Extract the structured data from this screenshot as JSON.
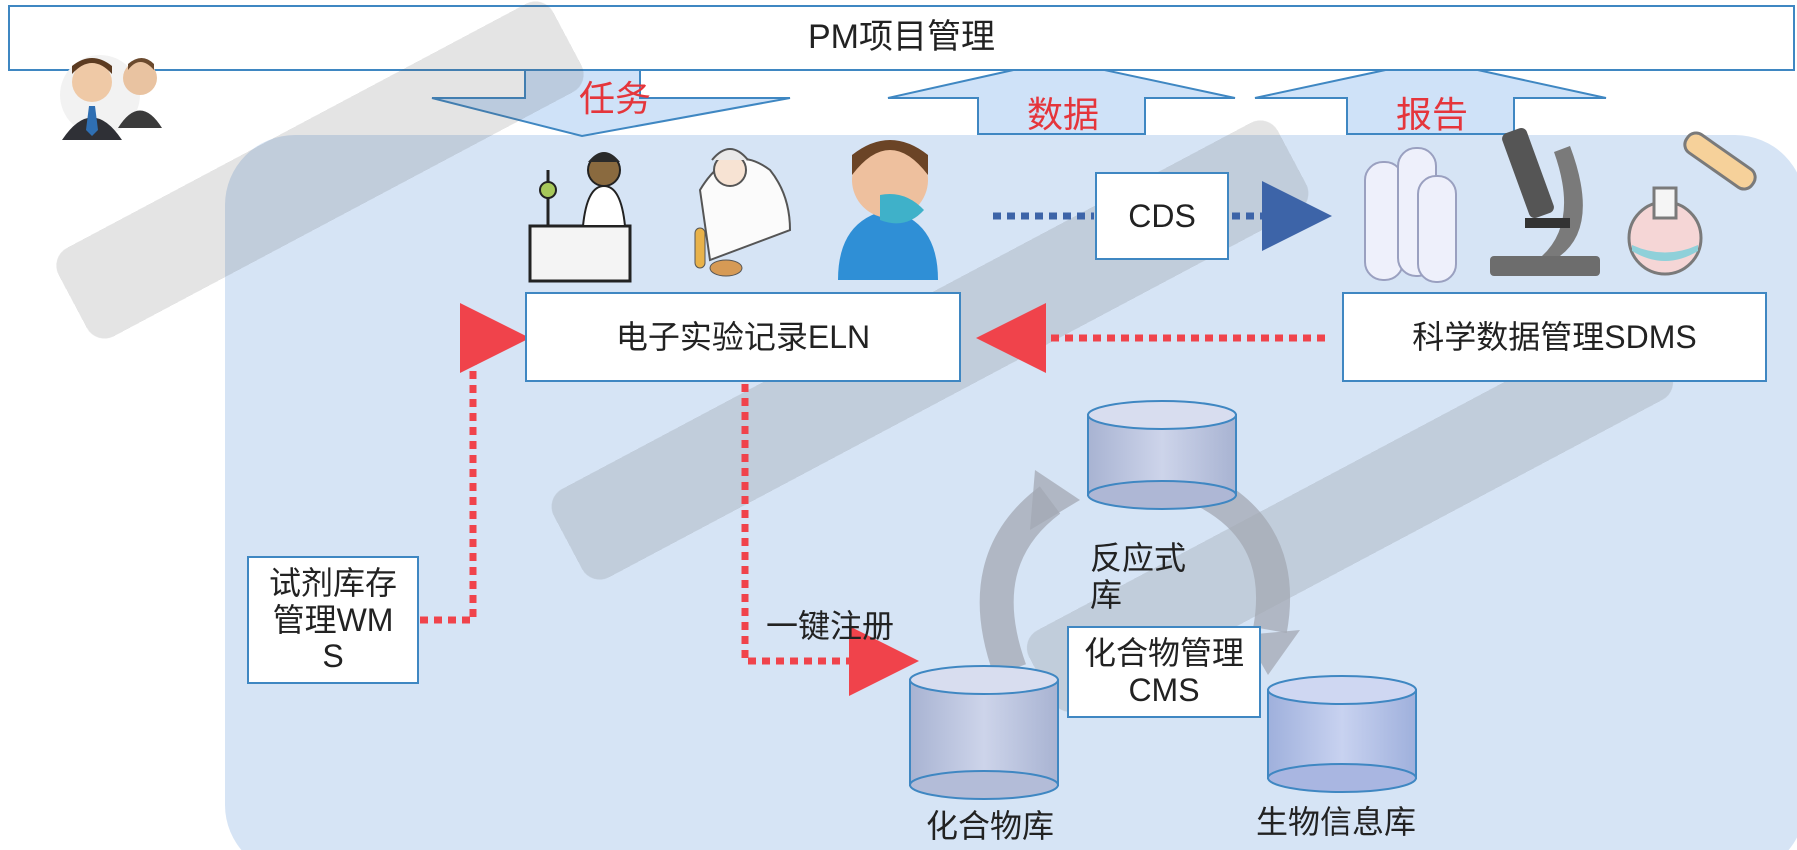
{
  "header": {
    "title": "PM项目管理"
  },
  "arrows": {
    "task": "任务",
    "data": "数据",
    "report": "报告"
  },
  "systems": {
    "eln": "电子实验记录ELN",
    "sdms": "科学数据管理SDMS",
    "cds": "CDS",
    "wms": "试剂库存管理WMS",
    "cms": "化合物管理CMS"
  },
  "flows": {
    "one_click_register": "一键注册"
  },
  "databases": {
    "reaction": "反应式库",
    "compound": "化合物库",
    "bio": "生物信息库"
  },
  "icons": [
    "users-icon",
    "chemist-icon",
    "scientist-icon",
    "masked-researcher-icon",
    "test-tubes-icon",
    "microscope-icon",
    "flask-icon"
  ],
  "colors": {
    "panel": "#d6e4f5",
    "border": "#3f87c2",
    "accent_red": "#e5353b",
    "dotted_red": "#f0434b",
    "dotted_blue": "#3d64a8",
    "arrow_fill": "#cfe2f8",
    "cylinder": "#b9c2dc"
  }
}
